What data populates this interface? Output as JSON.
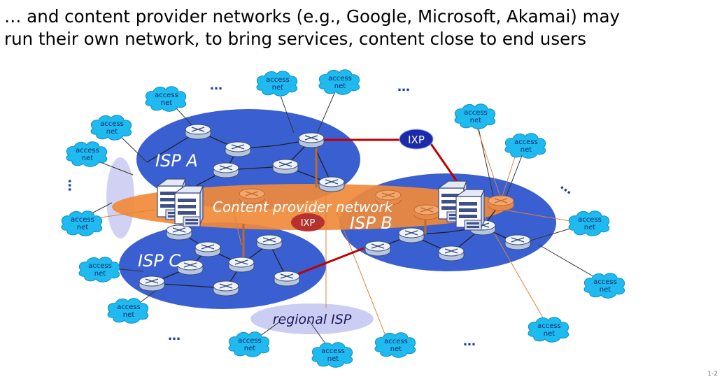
{
  "title": {
    "line1": "… and content provider networks  (e.g., Google, Microsoft,  Akamai) may",
    "line2": "run their own network, to bring services, content close to end users"
  },
  "labels": {
    "isp_a": "ISP A",
    "isp_b": "ISP B",
    "isp_c": "ISP C",
    "content_provider": "Content provider network",
    "regional_isp": "regional ISP",
    "ixp_top": "IXP",
    "ixp_middle": "IXP"
  },
  "access_net": {
    "line1": "access",
    "line2": "net"
  },
  "ellipsis": "…",
  "colors": {
    "isp_blue": "#3a5fd0",
    "content_orange": "#f08a3a",
    "ixp_navy": "#1a2aa8",
    "ixp_red": "#c0392b",
    "link_red": "#c00000",
    "link_orange": "#e0803a",
    "access_cyan": "#18b8ec",
    "regional_lavender": "#cccdf2"
  },
  "footer": {
    "page": "1-2"
  }
}
